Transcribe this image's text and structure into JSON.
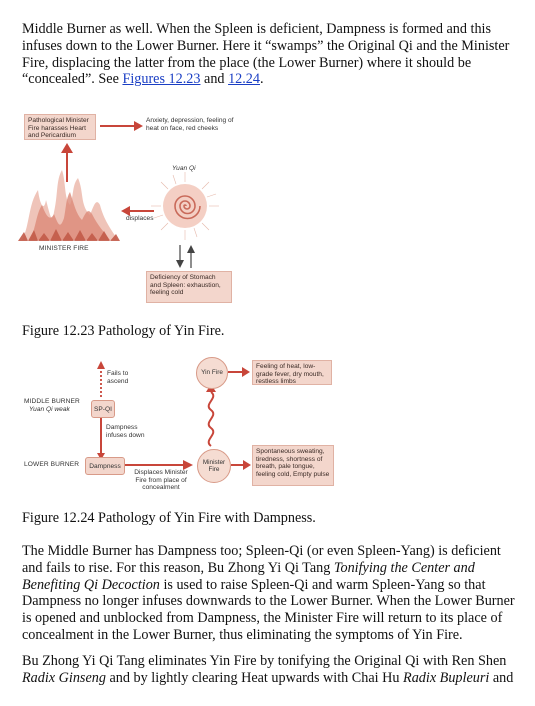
{
  "text": {
    "para1_a": "Middle Burner as well. When the Spleen is deficient, Dampness is formed and this infuses down to the Lower Burner. Here it “swamps” the Original Qi and the Minister Fire, displacing the latter from the place (the Lower Burner) where it should be “concealed”. See ",
    "link1": "Figures 12.23",
    "and_word": " and ",
    "link2": "12.24",
    "period": ".",
    "para2_a": "The Middle Burner has Dampness too; Spleen-Qi (or even Spleen-Yang) is deficient and fails to rise. For this reason, Bu Zhong Yi Qi Tang ",
    "para2_i": "Tonifying the Center and Benefiting Qi Decoction",
    "para2_b": " is used to raise Spleen-Qi and warm Spleen-Yang so that Dampness no longer infuses downwards to the Lower Burner. When the Lower Burner is opened and unblocked from Dampness, the Minister Fire will return to its place of concealment in the Lower Burner, thus eliminating the symptoms of Yin Fire.",
    "para3_a": "Bu Zhong Yi Qi Tang eliminates Yin Fire by tonifying the Original Qi with Ren Shen ",
    "para3_i1": "Radix Ginseng",
    "para3_b": " and by lightly clearing Heat upwards with Chai Hu ",
    "para3_i2": "Radix Bupleuri",
    "para3_c": " and"
  },
  "figure_12_23": {
    "caption": "Figure 12.23 Pathology of Yin Fire.",
    "box_pathological": "Pathological Minister Fire harasses Heart and Pericardium",
    "box_anxiety": "Anxiety, depression, feeling of heat on face, red cheeks",
    "label_yuan_qi": "Yuan Qi",
    "label_displaces": "displaces",
    "label_minister_fire": "MINISTER FIRE",
    "box_deficiency": "Deficiency of Stomach and Spleen: exhaustion, feeling cold",
    "colors": {
      "box_fill": "#f3d6cc",
      "arrow": "#c8463a",
      "flame": "#e8a595",
      "swirl": "#c96a5a"
    }
  },
  "figure_12_24": {
    "caption": "Figure 12.24 Pathology of Yin Fire with Dampness.",
    "label_fails": "Fails to ascend",
    "label_middle_burner": "MIDDLE BURNER",
    "label_yuan_qi_weak": "Yuan Qi weak",
    "chip_sp_qi": "SP-QI",
    "label_dampness_infuses": "Dampness infuses down",
    "label_lower_burner": "LOWER BURNER",
    "chip_dampness": "Dampness",
    "label_displaces_minister": "Displaces Minister Fire from place of concealment",
    "circle_yin_fire": "Yin Fire",
    "circle_minister_fire": "Minister Fire",
    "box_feeling_heat": "Feeling of heat, low-grade fever, dry mouth, restless limbs",
    "box_spontaneous": "Spontaneous sweating, tiredness, shortness of breath, pale tongue, feeling cold, Empty pulse"
  }
}
